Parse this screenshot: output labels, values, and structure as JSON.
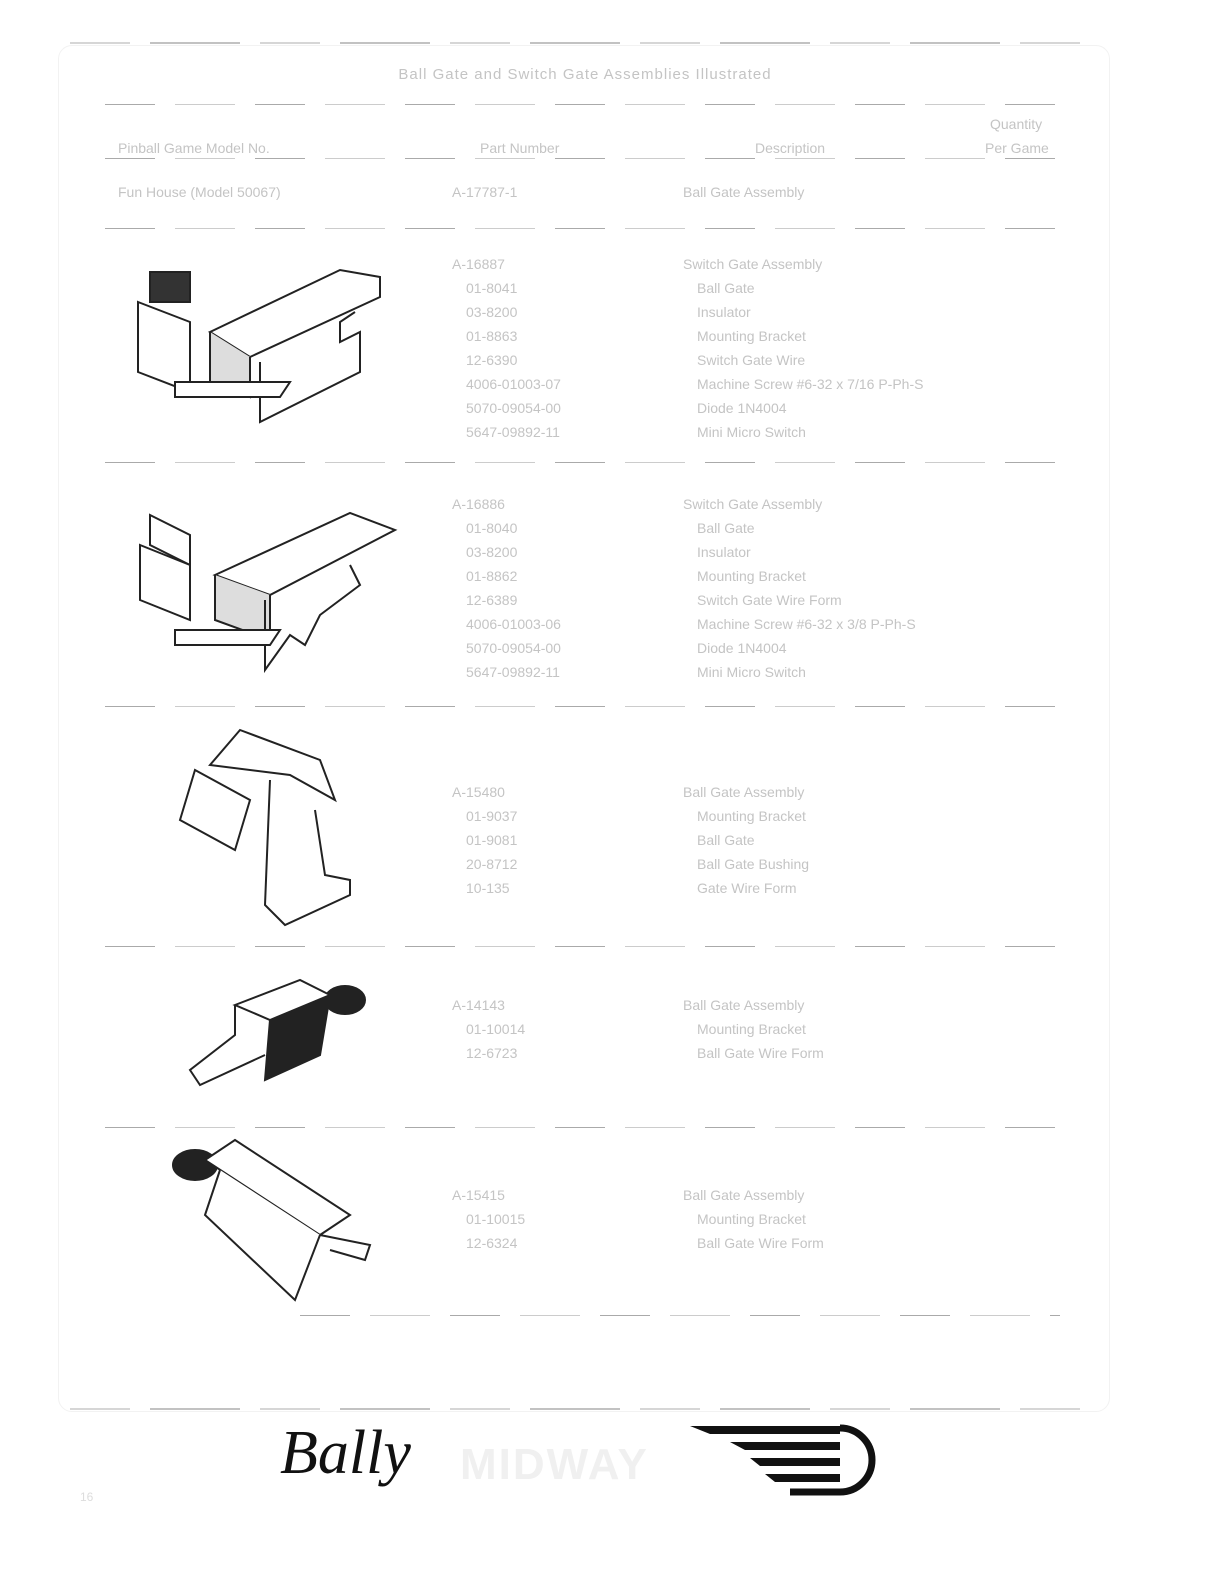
{
  "title": "Ball Gate and Switch Gate Assemblies Illustrated",
  "headers": {
    "model": "Pinball Game Model No.",
    "part": "Part Number",
    "desc": "Description",
    "qty_top": "Quantity",
    "qty": "Per Game"
  },
  "first_row": {
    "model": "Fun House (Model 50067)",
    "part": "A-17787-1",
    "desc": "Ball Gate Assembly"
  },
  "groups": [
    {
      "items": [
        [
          "A-16887",
          "Switch Gate Assembly"
        ],
        [
          "01-8041",
          "Ball Gate"
        ],
        [
          "03-8200",
          "Insulator"
        ],
        [
          "01-8863",
          "Mounting Bracket"
        ],
        [
          "12-6390",
          "Switch Gate Wire"
        ],
        [
          "4006-01003-07",
          "Machine Screw #6-32 x 7/16 P-Ph-S"
        ],
        [
          "5070-09054-00",
          "Diode 1N4004"
        ],
        [
          "5647-09892-11",
          "Mini Micro Switch"
        ]
      ]
    },
    {
      "items": [
        [
          "A-16886",
          "Switch Gate Assembly"
        ],
        [
          "01-8040",
          "Ball Gate"
        ],
        [
          "03-8200",
          "Insulator"
        ],
        [
          "01-8862",
          "Mounting Bracket"
        ],
        [
          "12-6389",
          "Switch Gate Wire Form"
        ],
        [
          "4006-01003-06",
          "Machine Screw #6-32 x 3/8 P-Ph-S"
        ],
        [
          "5070-09054-00",
          "Diode 1N4004"
        ],
        [
          "5647-09892-11",
          "Mini Micro Switch"
        ]
      ]
    },
    {
      "items": [
        [
          "A-15480",
          "Ball Gate Assembly"
        ],
        [
          "01-9037",
          "Mounting Bracket"
        ],
        [
          "01-9081",
          "Ball Gate"
        ],
        [
          "20-8712",
          "Ball Gate Bushing"
        ],
        [
          "10-135",
          "Gate Wire Form"
        ]
      ]
    },
    {
      "items": [
        [
          "A-14143",
          "Ball Gate Assembly"
        ],
        [
          "01-10014",
          "Mounting Bracket"
        ],
        [
          "12-6723",
          "Ball Gate Wire Form"
        ]
      ]
    },
    {
      "items": [
        [
          "A-15415",
          "Ball Gate Assembly"
        ],
        [
          "01-10015",
          "Mounting Bracket"
        ],
        [
          "12-6324",
          "Ball Gate Wire Form"
        ]
      ]
    }
  ],
  "footer": {
    "brand": "Bally",
    "brand2": "MIDWAY",
    "page": "16"
  }
}
